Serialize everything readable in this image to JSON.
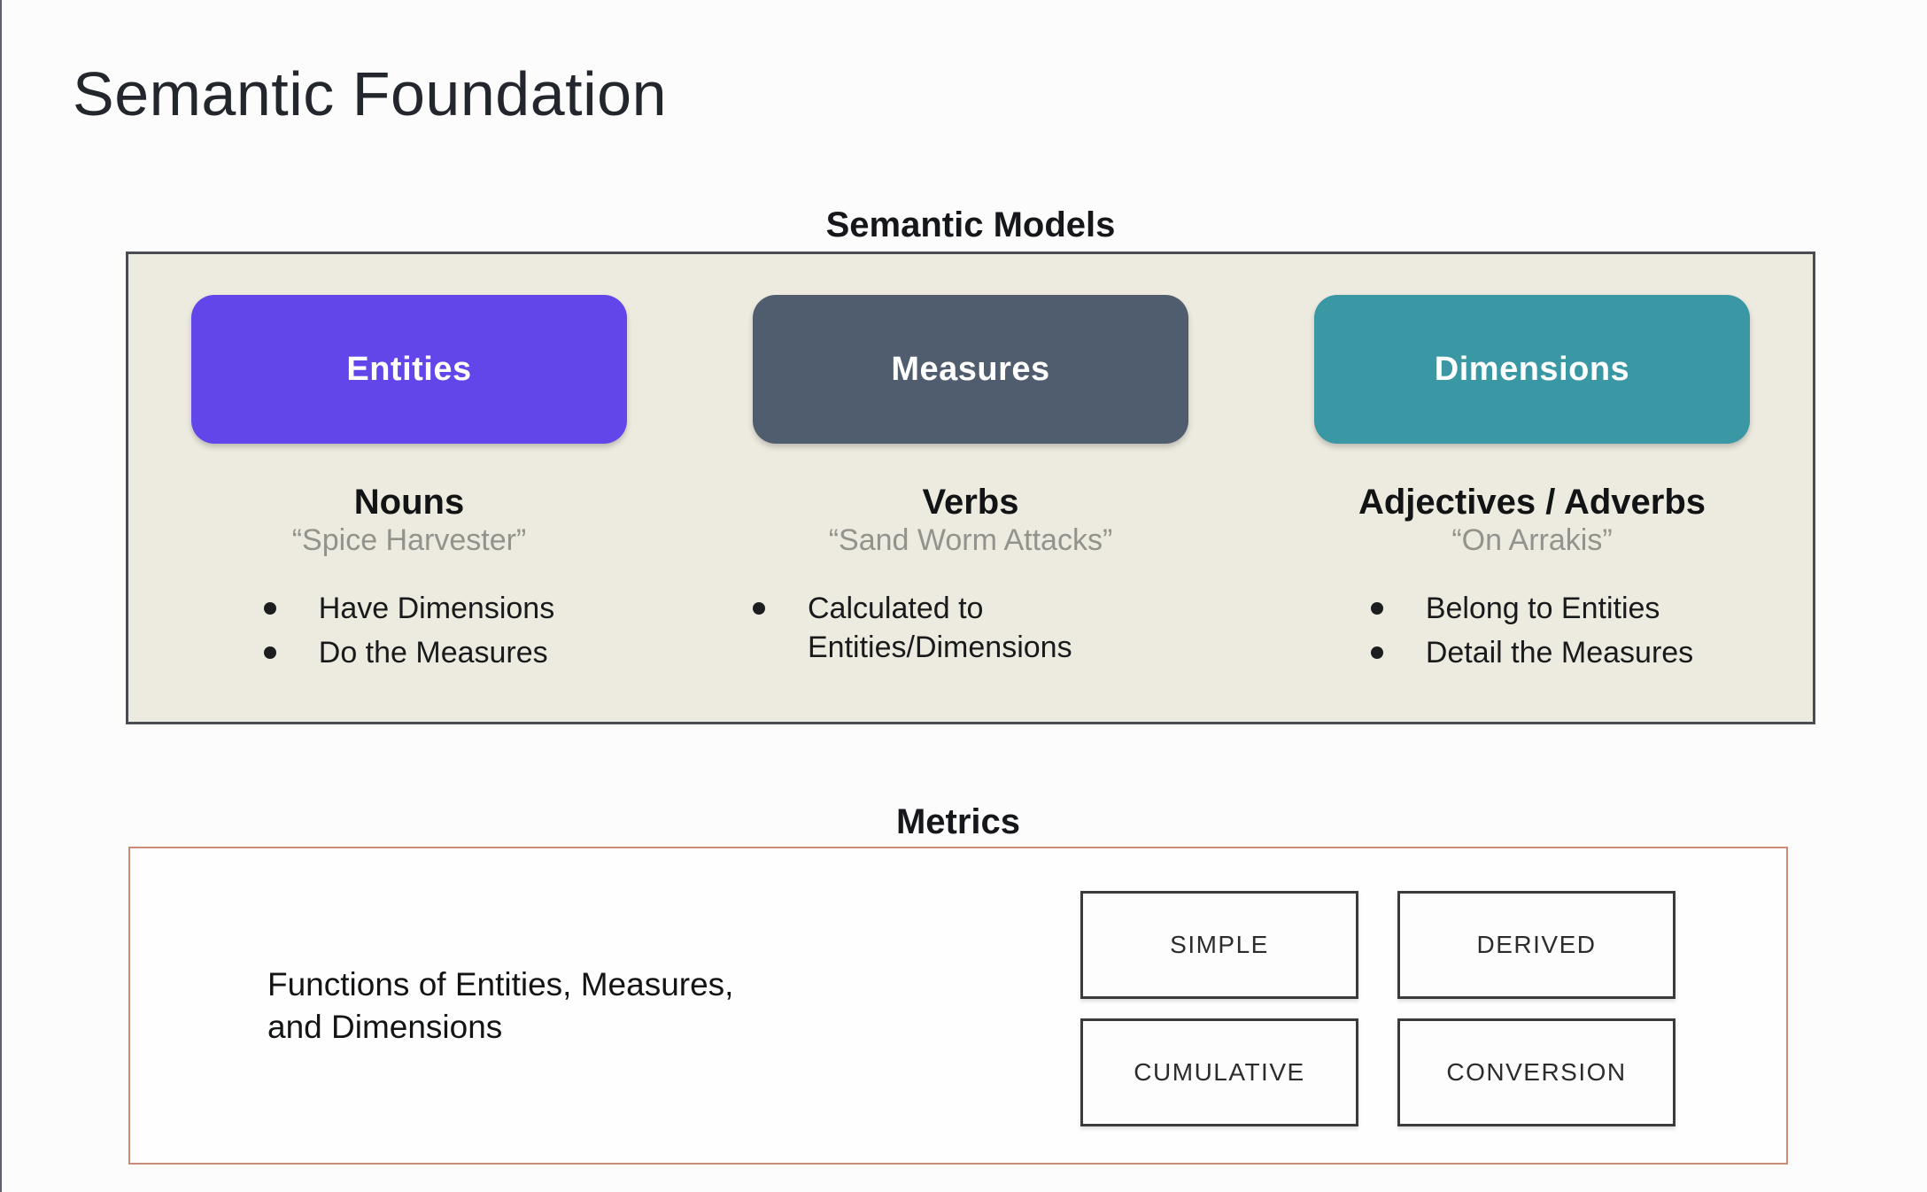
{
  "page": {
    "title": "Semantic Foundation"
  },
  "models": {
    "title": "Semantic Models",
    "columns": [
      {
        "pill": "Entities",
        "color": "#6246ea",
        "role": "Nouns",
        "quote": "“Spice Harvester”",
        "bullets": [
          "Have Dimensions",
          "Do the Measures"
        ]
      },
      {
        "pill": "Measures",
        "color": "#4f5d6e",
        "role": "Verbs",
        "quote": "“Sand Worm Attacks”",
        "bullets": [
          "Calculated to Entities/Dimensions"
        ]
      },
      {
        "pill": "Dimensions",
        "color": "#3a97a4",
        "role": "Adjectives / Adverbs",
        "quote": "“On Arrakis”",
        "bullets": [
          "Belong to Entities",
          "Detail the Measures"
        ]
      }
    ]
  },
  "metrics": {
    "title": "Metrics",
    "description_line1": "Functions of Entities, Measures,",
    "description_line2": "and Dimensions",
    "types": [
      "SIMPLE",
      "DERIVED",
      "CUMULATIVE",
      "CONVERSION"
    ]
  },
  "colors": {
    "entities_pill": "#6246ea",
    "measures_pill": "#4f5d6e",
    "dimensions_pill": "#3a97a4",
    "models_panel_bg": "#edeadf",
    "models_panel_border": "#494d53",
    "metrics_panel_border": "#cc8b77",
    "page_bg": "#fbfcfb"
  }
}
